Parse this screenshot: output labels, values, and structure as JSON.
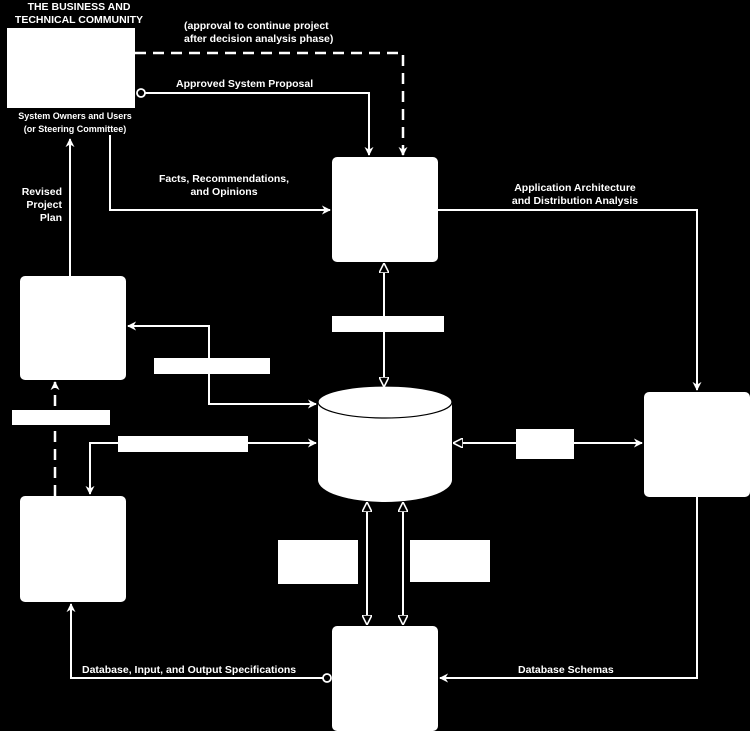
{
  "community": {
    "title_line1": "THE BUSINESS AND",
    "title_line2": "TECHNICAL COMMUNITY",
    "owners_line1": "System Owners and Users",
    "owners_line2": "(or Steering Committee)"
  },
  "flows": {
    "approval_line1": "(approval to continue project",
    "approval_line2": "after decision analysis phase)",
    "approved_proposal": "Approved System Proposal",
    "facts_line1": "Facts, Recommendations,",
    "facts_line2": "and Opinions",
    "app_arch_line1": "Application Architecture",
    "app_arch_line2": "and Distribution Analysis",
    "revised_line1": "Revised",
    "revised_line2": "Project",
    "revised_line3": "Plan",
    "db_specs": "Database, Input, and Output Specifications",
    "db_schemas": "Database Schemas"
  },
  "colors": {
    "background": "#000000",
    "shapes": "#ffffff",
    "lines": "#ffffff"
  }
}
